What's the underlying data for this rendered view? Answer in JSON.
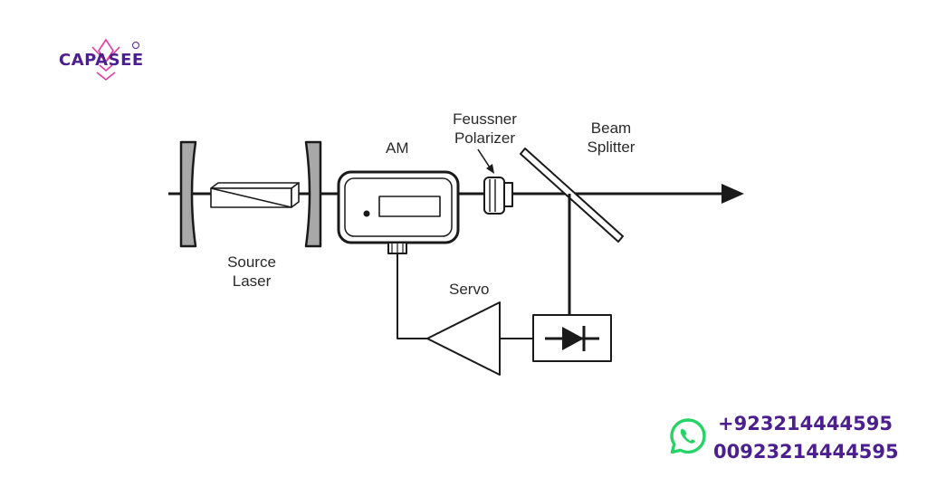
{
  "logo": {
    "text": "CAPASEE",
    "mark": "®",
    "icon": "lotus-mark"
  },
  "diagram": {
    "labels": {
      "am": "AM",
      "feussner_line1": "Feussner",
      "feussner_line2": "Polarizer",
      "beam_line1": "Beam",
      "beam_line2": "Splitter",
      "source_line1": "Source",
      "source_line2": "Laser",
      "servo": "Servo"
    },
    "colors": {
      "stroke": "#1a1a1a",
      "mirror_fill": "#a8a8a8"
    }
  },
  "contact": {
    "icon": "whatsapp-icon",
    "icon_color": "#25D366",
    "phone1": "+923214444595",
    "phone2": "00923214444595"
  }
}
